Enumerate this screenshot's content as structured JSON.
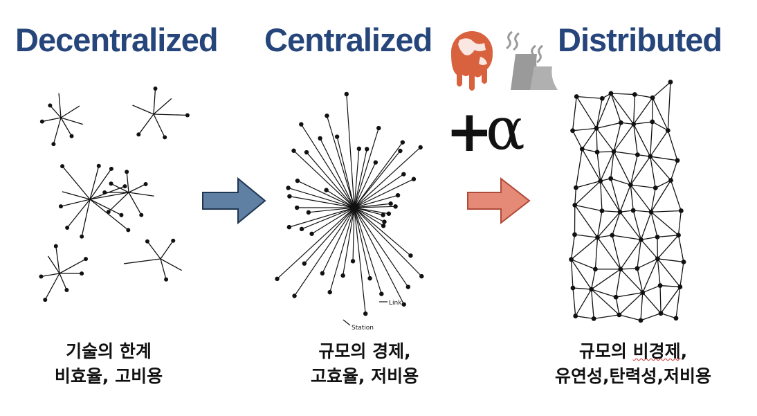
{
  "titles": {
    "decentralized": "Decentralized",
    "centralized": "Centralized",
    "distributed": "Distributed"
  },
  "operator": {
    "plus": "+",
    "alpha": "α"
  },
  "diagram_labels": {
    "link": "Link",
    "station": "Station"
  },
  "captions": {
    "decentralized": {
      "line1": "기술의 한계",
      "line2": "비효율, 고비용"
    },
    "centralized": {
      "line1": "규모의 경제,",
      "line2": "고효율, 저비용"
    },
    "distributed": {
      "line1_a": "규모의 ",
      "line1_b": "비경제",
      "line1_c": ",",
      "line2": "유연성,탄력성,저비용"
    }
  },
  "icons": {
    "melting_globe": "melting-globe-icon",
    "factory": "factory-smoke-icon",
    "arrow_blue": "arrow-right-icon",
    "arrow_red": "arrow-right-icon"
  },
  "colors": {
    "title": "#26457a",
    "arrow_blue": "#5f7fa3",
    "arrow_red": "#e58a76",
    "globe": "#d9623e",
    "factory": "#9a9a9a"
  }
}
